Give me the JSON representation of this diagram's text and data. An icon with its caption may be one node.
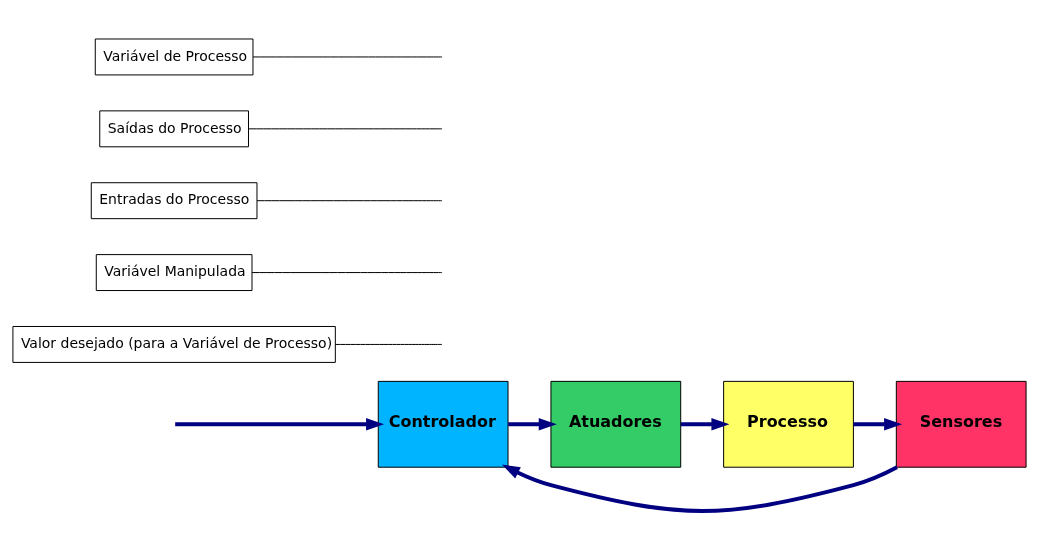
{
  "diagram": {
    "nodes": [
      {
        "text": [
          "Controlador"
        ]
      },
      {
        "text": [
          "Atuadores"
        ]
      },
      {
        "text": [
          "Processo"
        ]
      },
      {
        "text": [
          "Sensores"
        ]
      },
      {
        "text": [
          "Valor desejado (para a Variável de Processo)"
        ]
      },
      {
        "text": [
          "Variável Manipulada"
        ]
      },
      {
        "text": [
          "Entradas do Processo"
        ]
      },
      {
        "text": [
          "Saídas do Processo"
        ]
      },
      {
        "text": [
          "Variável de Processo"
        ]
      }
    ],
    "edges": [
      {
        "from": null,
        "to": 0,
        "arrow": "to",
        "style": "thick"
      },
      {
        "from": 0,
        "to": 1,
        "arrow": "to",
        "style": "thick"
      },
      {
        "from": 1,
        "to": 2,
        "arrow": "to",
        "style": "thick"
      },
      {
        "from": 2,
        "to": 3,
        "arrow": "to",
        "style": "thick"
      },
      {
        "from": 3,
        "to": 0,
        "arrow": "to",
        "style": "thick"
      },
      {
        "from": 4,
        "to": null,
        "arrow": "none",
        "color": "#000000"
      },
      {
        "from": 5,
        "to": null,
        "arrow": "none",
        "color": "#000000"
      },
      {
        "from": 6,
        "to": null,
        "arrow": "none",
        "color": "#000000"
      },
      {
        "from": 7,
        "to": null,
        "arrow": "none",
        "color": "#000000"
      },
      {
        "from": 8,
        "to": null,
        "arrow": "none",
        "color": "#000000"
      }
    ]
  }
}
